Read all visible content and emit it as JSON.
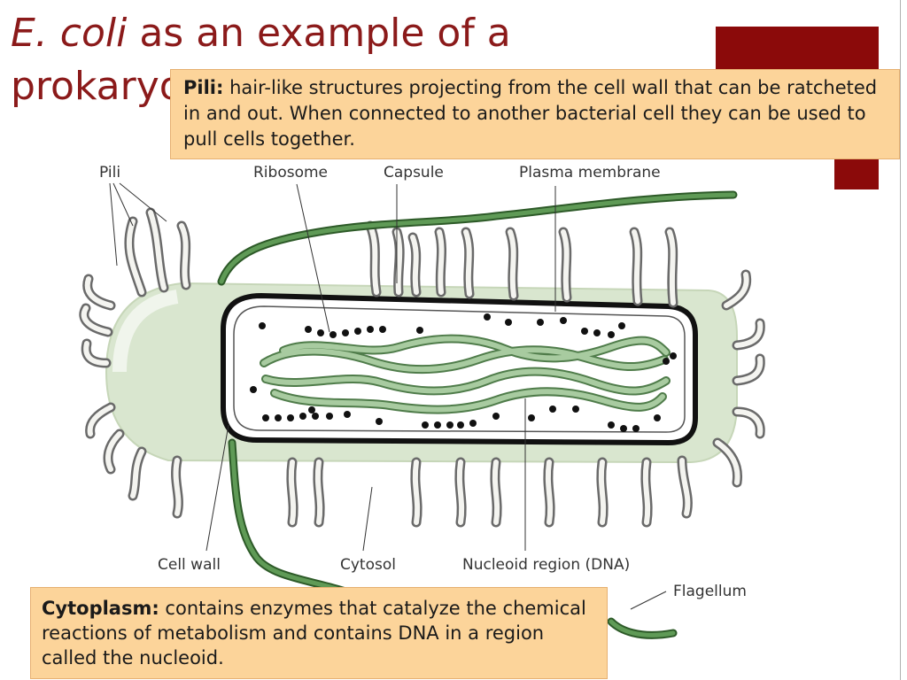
{
  "slide": {
    "title_italic": "E. coli",
    "title_line1_rest": " as an example of a",
    "title_line2": "prokaryotic cell"
  },
  "callouts": {
    "pili": {
      "term": "Pili:",
      "text": " hair-like structures projecting from the cell wall that can be ratcheted in and out. When connected to another bacterial cell they can be used to pull cells together."
    },
    "cytoplasm": {
      "term": "Cytoplasm:",
      "text": " contains enzymes that catalyze the chemical reactions of metabolism and contains DNA in a region called the nucleoid."
    }
  },
  "labels": {
    "pili": "Pili",
    "ribosome": "Ribosome",
    "capsule": "Capsule",
    "plasma_membrane": "Plasma membrane",
    "cell_wall": "Cell wall",
    "cytosol": "Cytosol",
    "nucleoid": "Nucleoid region (DNA)",
    "flagellum": "Flagellum"
  },
  "colors": {
    "title": "#8b1a1a",
    "accent_block": "#8b0a0a",
    "callout_bg": "#fcd49a",
    "capsule_fill": "#d9e6cf",
    "dna": "#7aa872",
    "flagellum": "#3f7a38",
    "ribosome": "#111111"
  }
}
